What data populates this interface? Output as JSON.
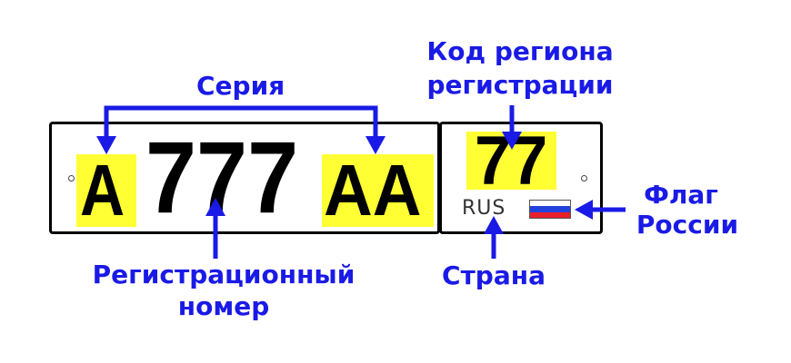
{
  "labels": {
    "series": "Серия",
    "region_code_line1": "Код региона",
    "region_code_line2": "регистрации",
    "flag_line1": "Флаг",
    "flag_line2": "России",
    "reg_number_line1": "Регистрационный",
    "reg_number_line2": "номер",
    "country": "Страна"
  },
  "plate": {
    "letter_first": "A",
    "digits": "777",
    "letters_last": "AA",
    "region": "77",
    "country_code": "RUS"
  },
  "colors": {
    "label": "#1a1ae6",
    "highlight": "#ffff33",
    "plate_border": "#000000",
    "flag_white": "#ffffff",
    "flag_blue": "#2244dd",
    "flag_red": "#e8202a"
  }
}
